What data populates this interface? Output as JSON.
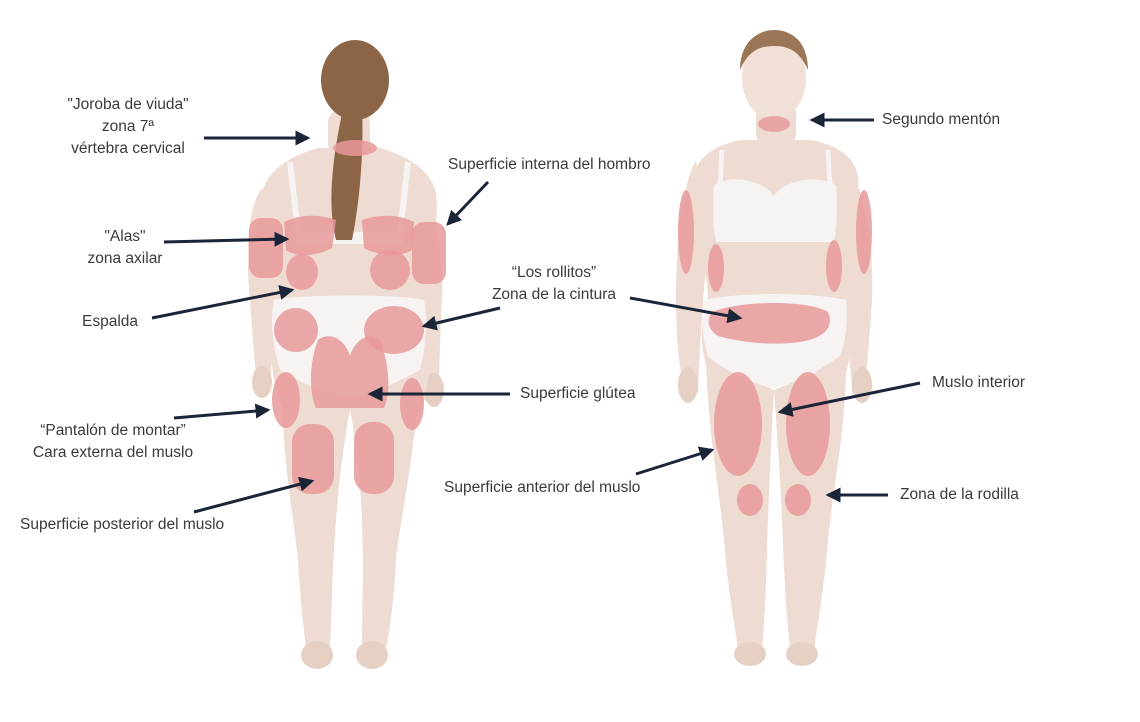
{
  "colors": {
    "skin": "#eedcd2",
    "skin_shade": "#ddc4b6",
    "highlight": "#e8999a",
    "garment": "#f6f3f2",
    "hair_back": "#8c6547",
    "hair_front": "#9a7657",
    "arrow": "#1b2538",
    "text": "#3a3a3a"
  },
  "figures": {
    "back": {
      "label": "back-view-figure"
    },
    "front": {
      "label": "front-view-figure"
    }
  },
  "labels": {
    "joroba": [
      "\"Joroba de viuda\"",
      "zona 7ª",
      "vértebra cervical"
    ],
    "hombro": "Superficie interna del hombro",
    "alas": [
      "\"Alas\"",
      "zona axilar"
    ],
    "rollitos": [
      "“Los rollitos”",
      "Zona de la cintura"
    ],
    "espalda": "Espalda",
    "gluteo": "Superficie glútea",
    "pantalon": [
      "“Pantalón de montar”",
      "Cara externa del muslo"
    ],
    "posterior": "Superficie posterior del muslo",
    "menton": "Segundo mentón",
    "muslo_interior": "Muslo interior",
    "anterior": "Superficie anterior del muslo",
    "rodilla": "Zona de la rodilla"
  }
}
